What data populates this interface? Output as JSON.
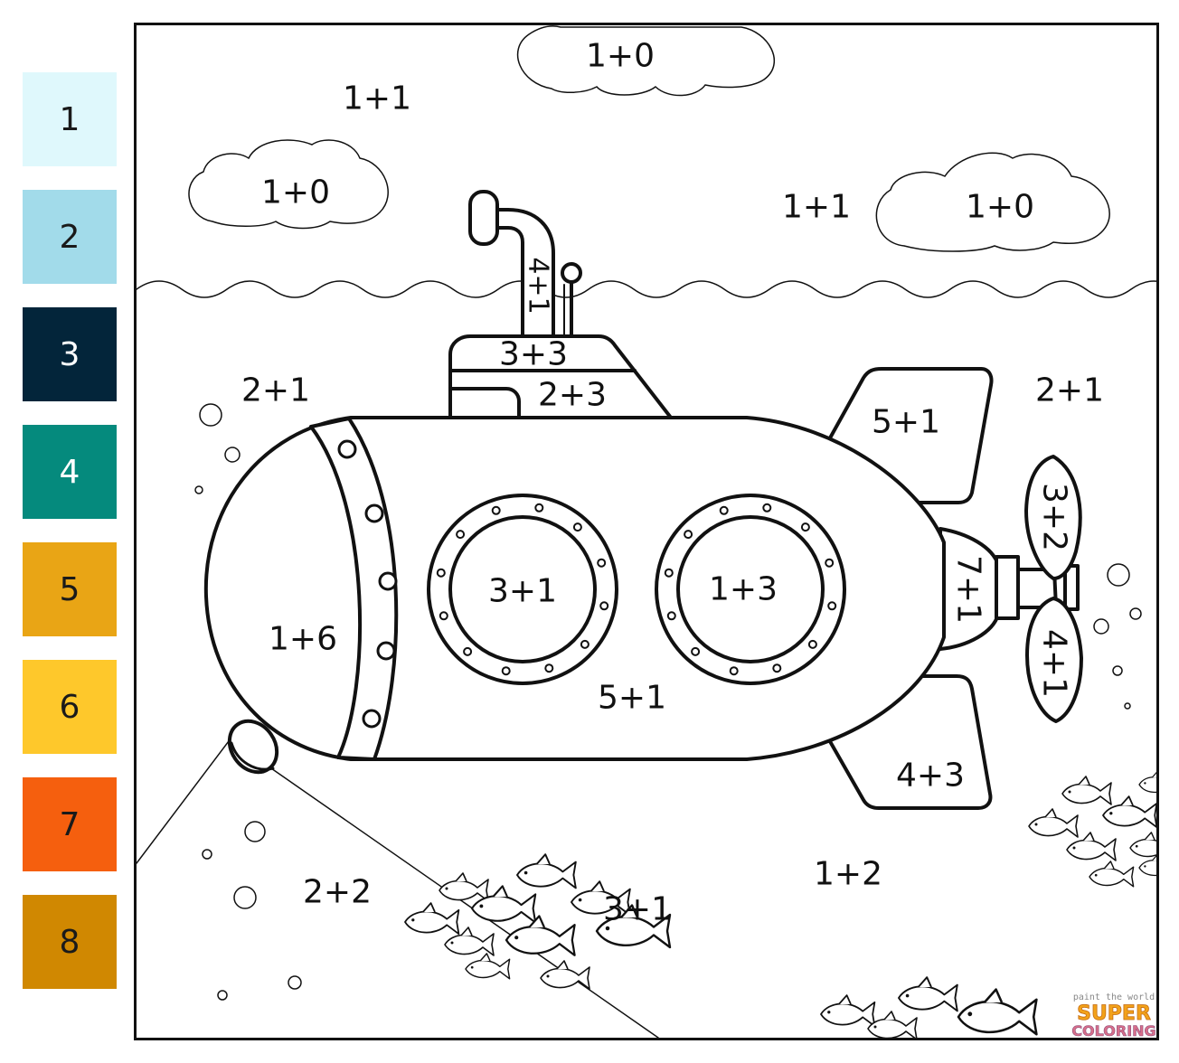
{
  "legend": [
    {
      "number": "1",
      "color": "#dff8fc"
    },
    {
      "number": "2",
      "color": "#a2dbea"
    },
    {
      "number": "3",
      "color": "#03253a"
    },
    {
      "number": "4",
      "color": "#058a7d"
    },
    {
      "number": "5",
      "color": "#e9a515"
    },
    {
      "number": "6",
      "color": "#fec82b"
    },
    {
      "number": "7",
      "color": "#f55f0e"
    },
    {
      "number": "8",
      "color": "#d08801"
    }
  ],
  "regions": {
    "cloud_top": "1+0",
    "cloud_left": "1+0",
    "cloud_right": "1+0",
    "sky_left": "1+1",
    "sky_right": "1+1",
    "periscope": "4+1",
    "tower_top": "3+3",
    "tower_body": "2+3",
    "sea_left": "2+1",
    "sea_right": "2+1",
    "fin_top": "5+1",
    "propeller_top": "3+2",
    "propeller_bottom": "4+1",
    "tail": "7+1",
    "nose": "1+6",
    "porthole_left": "3+1",
    "porthole_right": "1+3",
    "hull": "5+1",
    "fin_bottom": "4+3",
    "light_beam": "2+2",
    "fish_school": "3+1",
    "sea_bottom": "1+2"
  },
  "watermark": {
    "tagline": "paint the world",
    "brand_top": "SUPER",
    "brand_bottom": "COLORING"
  }
}
